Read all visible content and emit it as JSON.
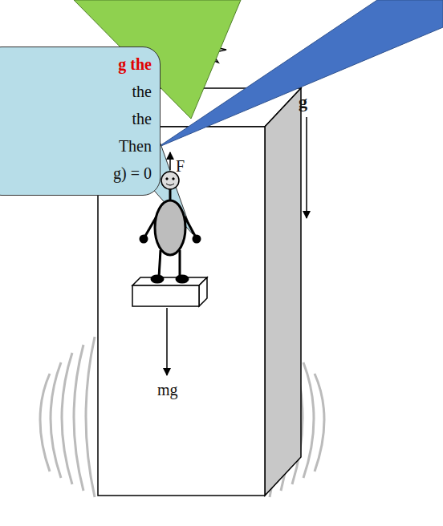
{
  "diagram": {
    "nodes": [
      {
        "text": [
          "g the",
          "the",
          "the",
          "Then",
          "g) = 0"
        ]
      }
    ],
    "labels": [
      "F",
      "g",
      "mg"
    ]
  }
}
